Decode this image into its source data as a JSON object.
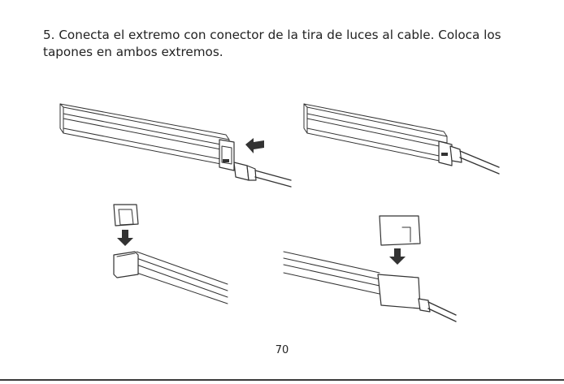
{
  "instruction": {
    "step_text": "5. Conecta el extremo con conector de la tira de luces al cable. Coloca los tapones en ambos extremos."
  },
  "illustrations": [
    {
      "id": "connect-cable",
      "icon": "arrow-left-icon"
    },
    {
      "id": "connected-strip"
    },
    {
      "id": "cap-left-end",
      "icon": "arrow-down-icon"
    },
    {
      "id": "cap-right-end",
      "icon": "arrow-down-icon"
    }
  ],
  "footer": {
    "page_number": "70"
  },
  "colors": {
    "line": "#333333",
    "text": "#222222"
  }
}
